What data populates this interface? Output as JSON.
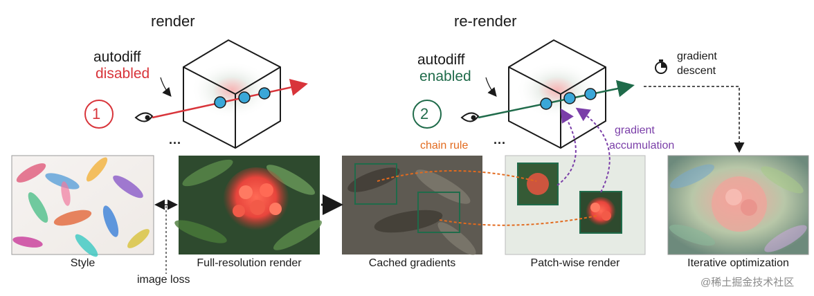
{
  "titles": {
    "render": "render",
    "rerender": "re-render"
  },
  "left_stage": {
    "autodiff": "autodiff",
    "state": "disabled",
    "step": "1"
  },
  "right_stage": {
    "autodiff": "autodiff",
    "state": "enabled",
    "step": "2"
  },
  "annotations": {
    "gradient_descent_line1": "gradient",
    "gradient_descent_line2": "descent",
    "chain_rule": "chain rule",
    "gradient_accum_line1": "gradient",
    "gradient_accum_line2": "accumulation",
    "image_loss": "image loss",
    "ellipsis": "..."
  },
  "panels": [
    {
      "caption": "Style"
    },
    {
      "caption": "Full-resolution render"
    },
    {
      "caption": "Cached gradients"
    },
    {
      "caption": "Patch-wise render"
    },
    {
      "caption": "Iterative optimization"
    }
  ],
  "watermark": "@稀土掘金技术社区",
  "colors": {
    "red": "#d8343a",
    "green": "#1f6b4a",
    "purple": "#7a3ea8",
    "orange": "#e26a1e",
    "sphere": "#3aa7d8"
  }
}
